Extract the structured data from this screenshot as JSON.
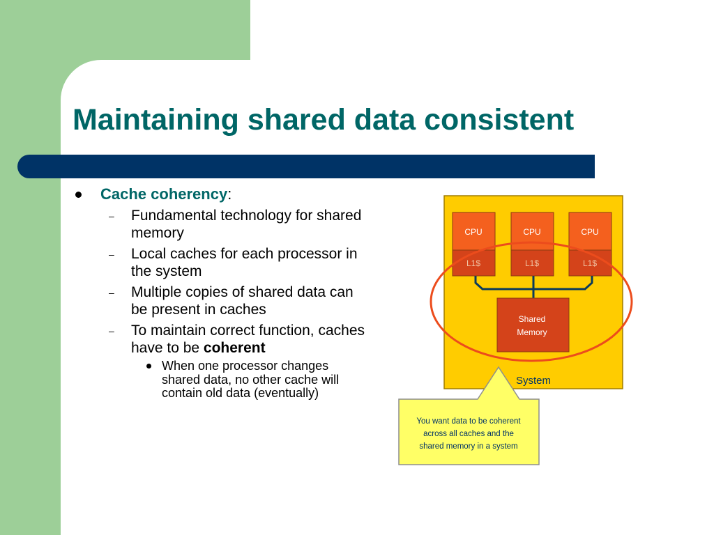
{
  "slide": {
    "title": "Maintaining shared data consistent",
    "colors": {
      "green": "#9dcf98",
      "title": "#006666",
      "navy": "#003366",
      "cpu": "#f4601e",
      "cache": "#d4431a",
      "system": "#ffcc00",
      "circle": "#ec4c1c",
      "callout": "#ffff66"
    }
  },
  "bullets": {
    "main": {
      "label": "Cache coherency",
      "suffix": ":"
    },
    "subs": [
      {
        "text": "Fundamental technology for shared memory"
      },
      {
        "text": "Local caches for each processor in the system"
      },
      {
        "text": "Multiple copies of shared data can be present in caches"
      },
      {
        "text": "To maintain correct function, caches have to be ",
        "bold": "coherent"
      }
    ],
    "subsub": "When one processor changes shared data, no other cache will contain old data (eventually)"
  },
  "diagram": {
    "cpus": [
      {
        "cpu": "CPU",
        "cache": "L1$"
      },
      {
        "cpu": "CPU",
        "cache": "L1$"
      },
      {
        "cpu": "CPU",
        "cache": "L1$"
      }
    ],
    "memory": [
      "Shared",
      "Memory"
    ],
    "system": "System",
    "callout": [
      "You want data to be coherent",
      "across all caches and the",
      "shared memory in a system"
    ]
  }
}
